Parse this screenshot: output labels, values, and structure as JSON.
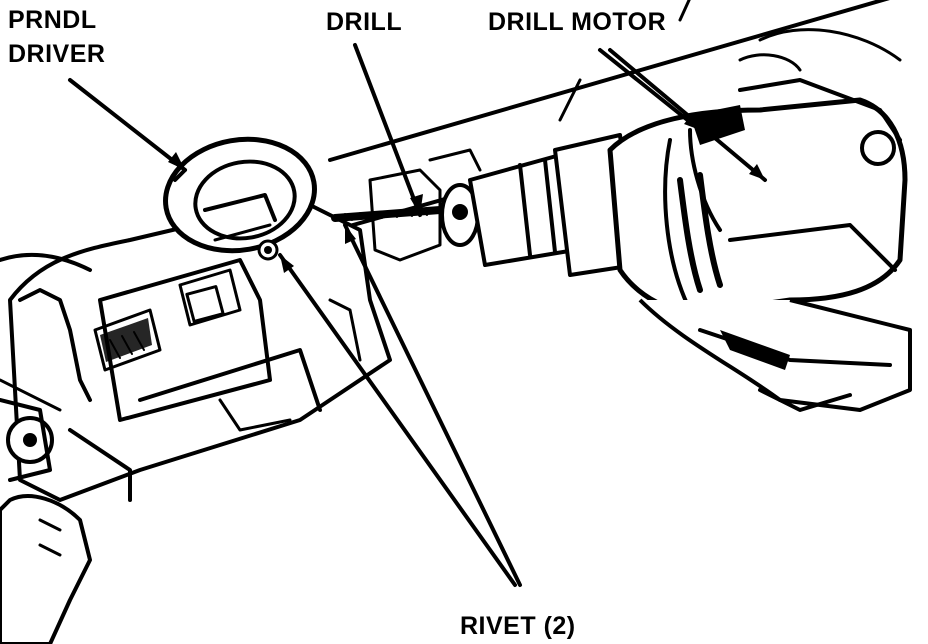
{
  "diagram": {
    "labels": {
      "prndl_driver_line1": "PRNDL",
      "prndl_driver_line2": "DRIVER",
      "drill": "DRILL",
      "drill_motor": "DRILL MOTOR",
      "rivet": "RIVET (2)"
    }
  }
}
